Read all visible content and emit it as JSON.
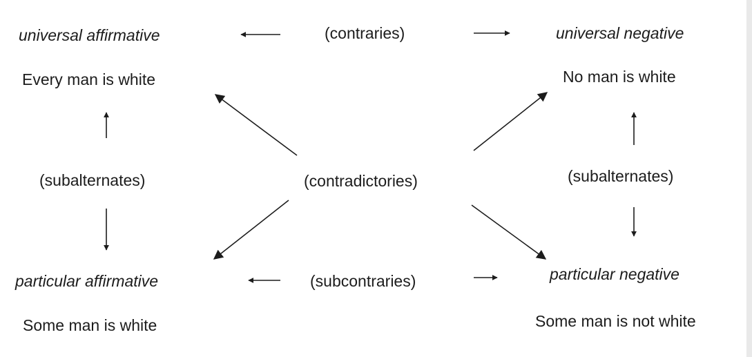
{
  "diagram": {
    "top_left": {
      "type_label": "universal affirmative",
      "example": "Every man is white"
    },
    "top_right": {
      "type_label": "universal negative",
      "example": "No man is white"
    },
    "bottom_left": {
      "type_label": "particular affirmative",
      "example": "Some man is white"
    },
    "bottom_right": {
      "type_label": "particular negative",
      "example": "Some man is not white"
    },
    "relations": {
      "top": "(contraries)",
      "center": "(contradictories)",
      "left": "(subalternates)",
      "right": "(subalternates)",
      "bottom": "(subcontraries)"
    }
  }
}
